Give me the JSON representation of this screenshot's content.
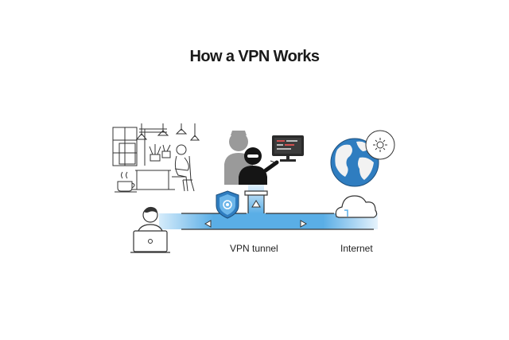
{
  "title": "How a VPN Works",
  "labels": {
    "tunnel": "VPN tunnel",
    "internet": "Internet"
  },
  "colors": {
    "tunnel": "#5aaee6",
    "tunnel_light": "#bfe0f7",
    "hacker_gray": "#9a9a9a",
    "globe_blue": "#2f7dc0",
    "line_art": "#333333"
  },
  "icons": [
    "cafe-scene-icon",
    "hacker-icon",
    "monitor-icon",
    "shield-icon",
    "globe-icon",
    "sun-icon",
    "user-laptop-icon",
    "cloud-icon",
    "arrow-left-icon",
    "arrow-right-icon",
    "arrow-up-icon"
  ]
}
